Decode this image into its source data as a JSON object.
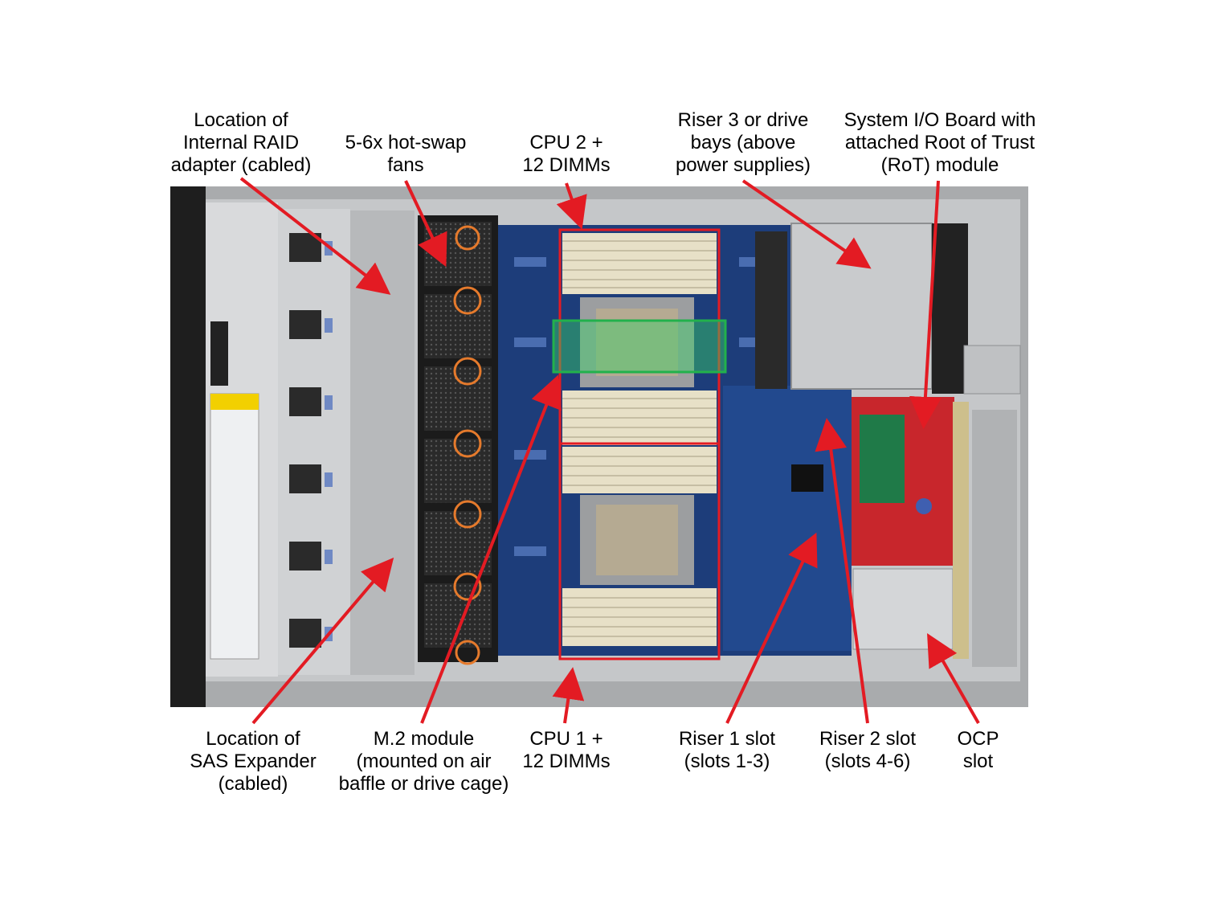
{
  "labels": {
    "raid": "Location of\nInternal RAID\nadapter (cabled)",
    "fans": "5-6x hot-swap\nfans",
    "cpu2": "CPU 2 +\n12 DIMMs",
    "riser3": "Riser 3 or drive\nbays (above\npower supplies)",
    "sysio": "System I/O Board with\nattached Root of Trust\n(RoT) module",
    "sas": "Location of\nSAS Expander\n(cabled)",
    "m2": "M.2 module\n(mounted on air\nbaffle or drive cage)",
    "cpu1": "CPU 1 +\n12 DIMMs",
    "riser1": "Riser 1 slot\n(slots 1-3)",
    "riser2": "Riser 2 slot\n(slots 4-6)",
    "ocp": "OCP\nslot"
  },
  "colors": {
    "arrow": "#e31b23",
    "highlight_box": "#e31b23",
    "m2_box": "#22b14c",
    "chassis": "#b9bbbd",
    "board": "#1d3d7a",
    "io_board": "#c8262c"
  }
}
